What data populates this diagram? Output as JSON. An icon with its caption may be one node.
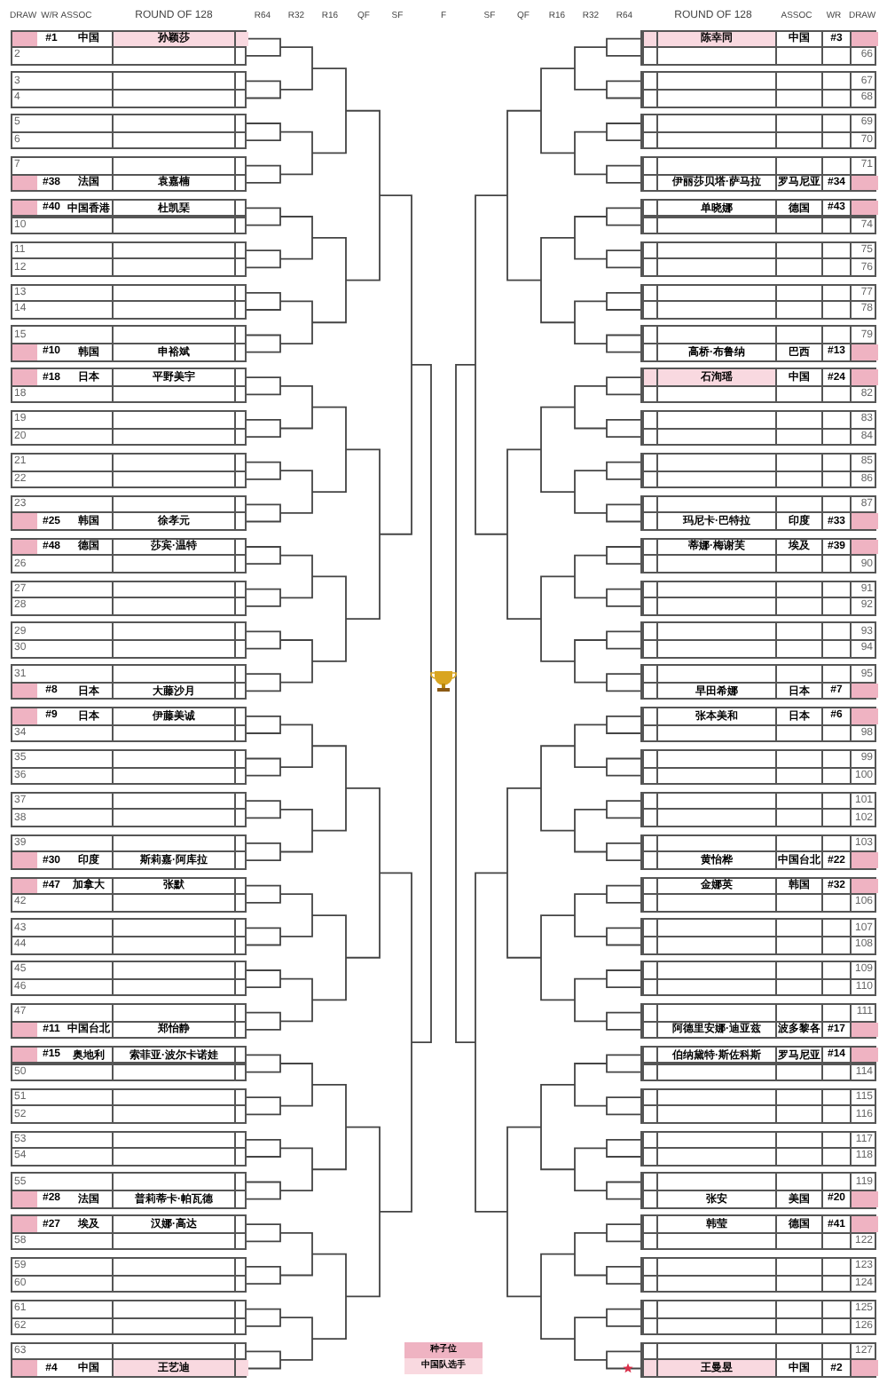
{
  "diagram": {
    "nodes": [
      {
        "text": [
          "#1",
          "中国",
          "孙颖莎"
        ]
      },
      {
        "text": [
          "2"
        ]
      },
      {
        "text": [
          "3"
        ]
      },
      {
        "text": [
          "4"
        ]
      },
      {
        "text": [
          "5"
        ]
      },
      {
        "text": [
          "6"
        ]
      },
      {
        "text": [
          "7"
        ]
      },
      {
        "text": [
          "#38",
          "法国",
          "袁嘉楠"
        ]
      },
      {
        "text": [
          "#40",
          "中国香港",
          "杜凯琹"
        ]
      },
      {
        "text": [
          "10"
        ]
      },
      {
        "text": [
          "11"
        ]
      },
      {
        "text": [
          "12"
        ]
      },
      {
        "text": [
          "13"
        ]
      },
      {
        "text": [
          "14"
        ]
      },
      {
        "text": [
          "15"
        ]
      },
      {
        "text": [
          "#10",
          "韩国",
          "申裕斌"
        ]
      },
      {
        "text": [
          "#18",
          "日本",
          "平野美宇"
        ]
      },
      {
        "text": [
          "18"
        ]
      },
      {
        "text": [
          "19"
        ]
      },
      {
        "text": [
          "20"
        ]
      },
      {
        "text": [
          "21"
        ]
      },
      {
        "text": [
          "22"
        ]
      },
      {
        "text": [
          "23"
        ]
      },
      {
        "text": [
          "#25",
          "韩国",
          "徐孝元"
        ]
      },
      {
        "text": [
          "#48",
          "德国",
          "莎宾·温特"
        ]
      },
      {
        "text": [
          "26"
        ]
      },
      {
        "text": [
          "27"
        ]
      },
      {
        "text": [
          "28"
        ]
      },
      {
        "text": [
          "29"
        ]
      },
      {
        "text": [
          "30"
        ]
      },
      {
        "text": [
          "31"
        ]
      },
      {
        "text": [
          "#8",
          "日本",
          "大藤沙月"
        ]
      },
      {
        "text": [
          "#9",
          "日本",
          "伊藤美诚"
        ]
      },
      {
        "text": [
          "34"
        ]
      },
      {
        "text": [
          "35"
        ]
      },
      {
        "text": [
          "36"
        ]
      },
      {
        "text": [
          "37"
        ]
      },
      {
        "text": [
          "38"
        ]
      },
      {
        "text": [
          "39"
        ]
      },
      {
        "text": [
          "#30",
          "印度",
          "斯莉嘉·阿库拉"
        ]
      },
      {
        "text": [
          "#47",
          "加拿大",
          "张默"
        ]
      },
      {
        "text": [
          "42"
        ]
      },
      {
        "text": [
          "43"
        ]
      },
      {
        "text": [
          "44"
        ]
      },
      {
        "text": [
          "45"
        ]
      },
      {
        "text": [
          "46"
        ]
      },
      {
        "text": [
          "47"
        ]
      },
      {
        "text": [
          "#11",
          "中国台北",
          "郑怡静"
        ]
      },
      {
        "text": [
          "#15",
          "奥地利",
          "索菲亚·波尔卡诺娃"
        ]
      },
      {
        "text": [
          "50"
        ]
      },
      {
        "text": [
          "51"
        ]
      },
      {
        "text": [
          "52"
        ]
      },
      {
        "text": [
          "53"
        ]
      },
      {
        "text": [
          "54"
        ]
      },
      {
        "text": [
          "55"
        ]
      },
      {
        "text": [
          "#28",
          "法国",
          "普莉蒂卡·帕瓦德"
        ]
      },
      {
        "text": [
          "#27",
          "埃及",
          "汉娜·高达"
        ]
      },
      {
        "text": [
          "58"
        ]
      },
      {
        "text": [
          "59"
        ]
      },
      {
        "text": [
          "60"
        ]
      },
      {
        "text": [
          "61"
        ]
      },
      {
        "text": [
          "62"
        ]
      },
      {
        "text": [
          "63"
        ]
      },
      {
        "text": [
          "#4",
          "中国",
          "王艺迪"
        ]
      },
      {
        "text": [
          "陈幸同",
          "中国",
          "#3"
        ]
      },
      {
        "text": [
          "66"
        ]
      },
      {
        "text": [
          "67"
        ]
      },
      {
        "text": [
          "68"
        ]
      },
      {
        "text": [
          "69"
        ]
      },
      {
        "text": [
          "70"
        ]
      },
      {
        "text": [
          "71"
        ]
      },
      {
        "text": [
          "伊丽莎贝塔·萨马拉",
          "罗马尼亚",
          "#34"
        ]
      },
      {
        "text": [
          "单晓娜",
          "德国",
          "#43"
        ]
      },
      {
        "text": [
          "74"
        ]
      },
      {
        "text": [
          "75"
        ]
      },
      {
        "text": [
          "76"
        ]
      },
      {
        "text": [
          "77"
        ]
      },
      {
        "text": [
          "78"
        ]
      },
      {
        "text": [
          "79"
        ]
      },
      {
        "text": [
          "高桥·布鲁纳",
          "巴西",
          "#13"
        ]
      },
      {
        "text": [
          "石洵瑶",
          "中国",
          "#24"
        ]
      },
      {
        "text": [
          "82"
        ]
      },
      {
        "text": [
          "83"
        ]
      },
      {
        "text": [
          "84"
        ]
      },
      {
        "text": [
          "85"
        ]
      },
      {
        "text": [
          "86"
        ]
      },
      {
        "text": [
          "87"
        ]
      },
      {
        "text": [
          "玛尼卡·巴特拉",
          "印度",
          "#33"
        ]
      },
      {
        "text": [
          "蒂娜·梅谢芙",
          "埃及",
          "#39"
        ]
      },
      {
        "text": [
          "90"
        ]
      },
      {
        "text": [
          "91"
        ]
      },
      {
        "text": [
          "92"
        ]
      },
      {
        "text": [
          "93"
        ]
      },
      {
        "text": [
          "94"
        ]
      },
      {
        "text": [
          "95"
        ]
      },
      {
        "text": [
          "早田希娜",
          "日本",
          "#7"
        ]
      },
      {
        "text": [
          "张本美和",
          "日本",
          "#6"
        ]
      },
      {
        "text": [
          "98"
        ]
      },
      {
        "text": [
          "99"
        ]
      },
      {
        "text": [
          "100"
        ]
      },
      {
        "text": [
          "101"
        ]
      },
      {
        "text": [
          "102"
        ]
      },
      {
        "text": [
          "103"
        ]
      },
      {
        "text": [
          "黄怡桦",
          "中国台北",
          "#22"
        ]
      },
      {
        "text": [
          "金娜英",
          "韩国",
          "#32"
        ]
      },
      {
        "text": [
          "106"
        ]
      },
      {
        "text": [
          "107"
        ]
      },
      {
        "text": [
          "108"
        ]
      },
      {
        "text": [
          "109"
        ]
      },
      {
        "text": [
          "110"
        ]
      },
      {
        "text": [
          "111"
        ]
      },
      {
        "text": [
          "阿德里安娜·迪亚兹",
          "波多黎各",
          "#17"
        ]
      },
      {
        "text": [
          "伯纳黛特·斯佐科斯",
          "罗马尼亚",
          "#14"
        ]
      },
      {
        "text": [
          "114"
        ]
      },
      {
        "text": [
          "115"
        ]
      },
      {
        "text": [
          "116"
        ]
      },
      {
        "text": [
          "117"
        ]
      },
      {
        "text": [
          "118"
        ]
      },
      {
        "text": [
          "119"
        ]
      },
      {
        "text": [
          "张安",
          "美国",
          "#20"
        ]
      },
      {
        "text": [
          "韩莹",
          "德国",
          "#41"
        ]
      },
      {
        "text": [
          "122"
        ]
      },
      {
        "text": [
          "123"
        ]
      },
      {
        "text": [
          "124"
        ]
      },
      {
        "text": [
          "125"
        ]
      },
      {
        "text": [
          "126"
        ]
      },
      {
        "text": [
          "127"
        ]
      },
      {
        "text": [
          "王曼昱",
          "中国",
          "#2"
        ]
      }
    ],
    "labels": [
      "DRAW",
      "W/R",
      "ASSOC",
      "ROUND OF 128",
      "R64",
      "R32",
      "R16",
      "QF",
      "SF",
      "F",
      "SF",
      "QF",
      "R16",
      "R32",
      "R64",
      "ROUND OF 128",
      "ASSOC",
      "WR",
      "DRAW"
    ],
    "legend": [
      {
        "text": "种子位",
        "color": "#efb3c2"
      },
      {
        "text": "中国队选手",
        "color": "#f9d9e0"
      }
    ]
  }
}
